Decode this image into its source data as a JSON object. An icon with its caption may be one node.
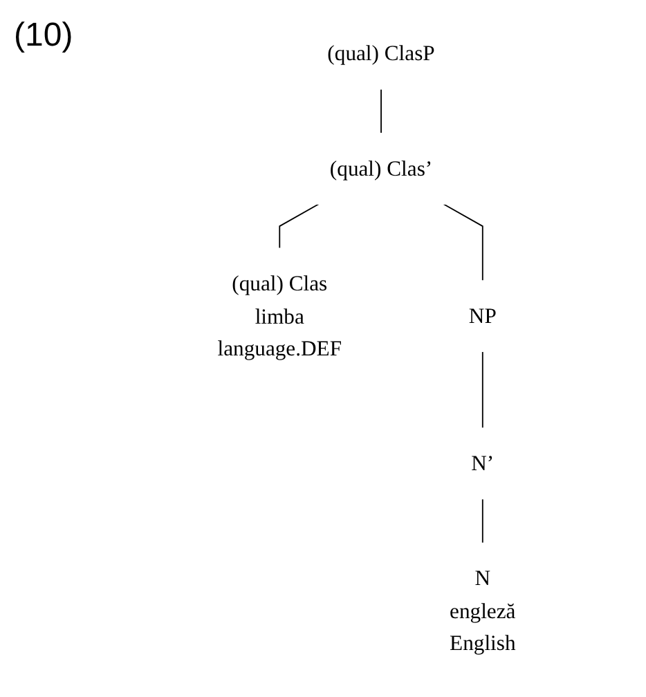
{
  "diagram": {
    "nodes": [
      {
        "text": [
          "(qual) ClasP"
        ]
      },
      {
        "text": [
          "(qual) Clas’"
        ]
      },
      {
        "text": [
          "(qual) Clas",
          "limba",
          "language.DEF"
        ]
      },
      {
        "text": [
          "NP"
        ]
      },
      {
        "text": [
          "N’"
        ]
      },
      {
        "text": [
          "N",
          "engleză",
          "English"
        ]
      }
    ],
    "edges": [
      {
        "from": 0,
        "to": 1,
        "arrow": "none"
      },
      {
        "from": 1,
        "to": 2,
        "arrow": "none"
      },
      {
        "from": 1,
        "to": 3,
        "arrow": "none"
      },
      {
        "from": 3,
        "to": 4,
        "arrow": "none"
      },
      {
        "from": 4,
        "to": 5,
        "arrow": "none"
      }
    ],
    "labels": [
      "(10)"
    ]
  }
}
